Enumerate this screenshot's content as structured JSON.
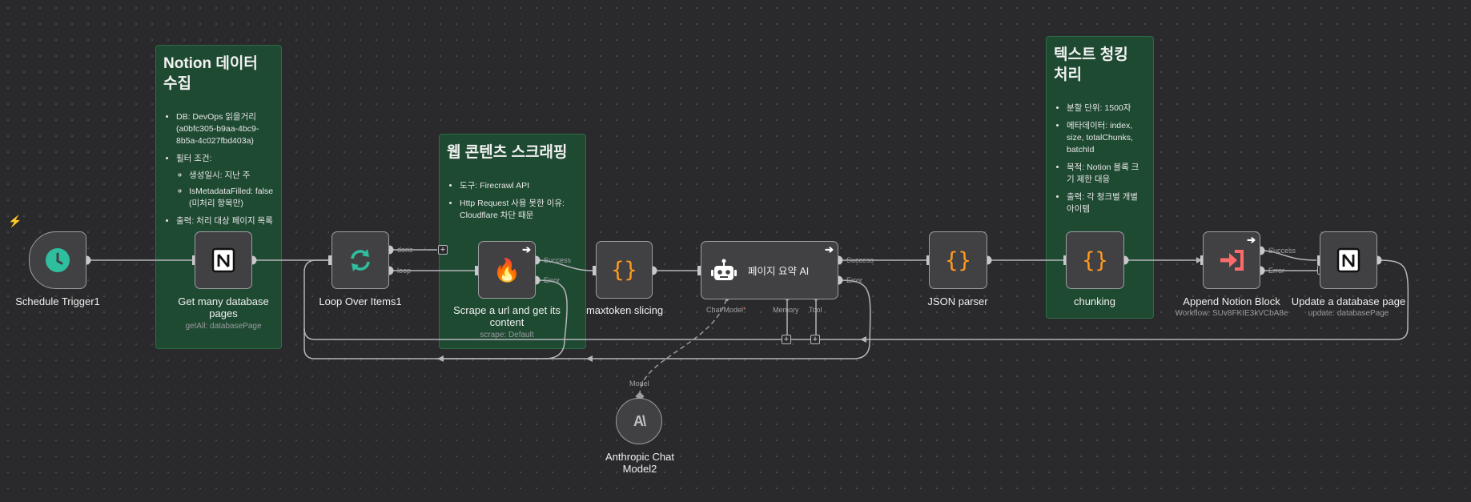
{
  "stickies": [
    {
      "title": "Notion 데이터 수집",
      "items": [
        "DB: DevOps 읽을거리 (a0bfc305-b9aa-4bc9-8b5a-4c027fbd403a)",
        "필터 조건:",
        "출력: 처리 대상 페이지 목록"
      ],
      "subitems": [
        "생성일시: 지난 주",
        "IsMetadataFilled: false (미처리 항목만)"
      ]
    },
    {
      "title": "웹 콘텐츠 스크래핑",
      "items": [
        "도구: Firecrawl API",
        "Http Request 사용 못한 이유: Cloudflare 차단 때문"
      ]
    },
    {
      "title": "텍스트 청킹 처리",
      "items": [
        "분할 단위: 1500자",
        "메타데이터: index, size, totalChunks, batchId",
        "목적: Notion 블록 크기 제한 대응",
        "출력: 각 청크별 개별 아이템"
      ]
    }
  ],
  "nodes": {
    "schedule": {
      "name": "Schedule Trigger1",
      "icon": "clock-icon"
    },
    "get_pages": {
      "name": "Get many database pages",
      "sub": "getAll: databasePage",
      "icon": "notion-icon"
    },
    "loop": {
      "name": "Loop Over Items1",
      "icon": "loop-icon",
      "out_done": "done",
      "out_loop": "loop"
    },
    "scrape": {
      "name": "Scrape a url and get its content",
      "sub": "scrape: Default",
      "icon": "fire-icon",
      "out_success": "Success",
      "out_error": "Error"
    },
    "maxtoken": {
      "name": "maxtoken slicing",
      "icon": "code-braces-icon"
    },
    "ai": {
      "name": "페이지 요약 AI",
      "icon": "robot-icon",
      "out_success": "Success",
      "out_error": "Error",
      "chat_model": "Chat Model",
      "memory": "Memory",
      "tool": "Tool"
    },
    "json": {
      "name": "JSON parser",
      "icon": "code-braces-icon"
    },
    "chunking": {
      "name": "chunking",
      "icon": "code-braces-icon"
    },
    "append": {
      "name": "Append Notion Block",
      "sub": "Workflow: SUv8FKIE3kVCbA8e",
      "icon": "sign-in-icon",
      "out_success": "Success",
      "out_error": "Error"
    },
    "update": {
      "name": "Update a database page",
      "sub": "update: databasePage",
      "icon": "notion-icon"
    },
    "model": {
      "name": "Anthropic Chat Model2",
      "port": "Model",
      "icon": "anthropic-icon"
    }
  },
  "plus_sign": "+",
  "colors": {
    "canvas": "#2a2a2c",
    "sticky": "#1f4a32",
    "node": "#414143",
    "accent_orange": "#ff9a1f",
    "accent_teal": "#2fbf9f",
    "accent_red": "#ff6b6b"
  }
}
